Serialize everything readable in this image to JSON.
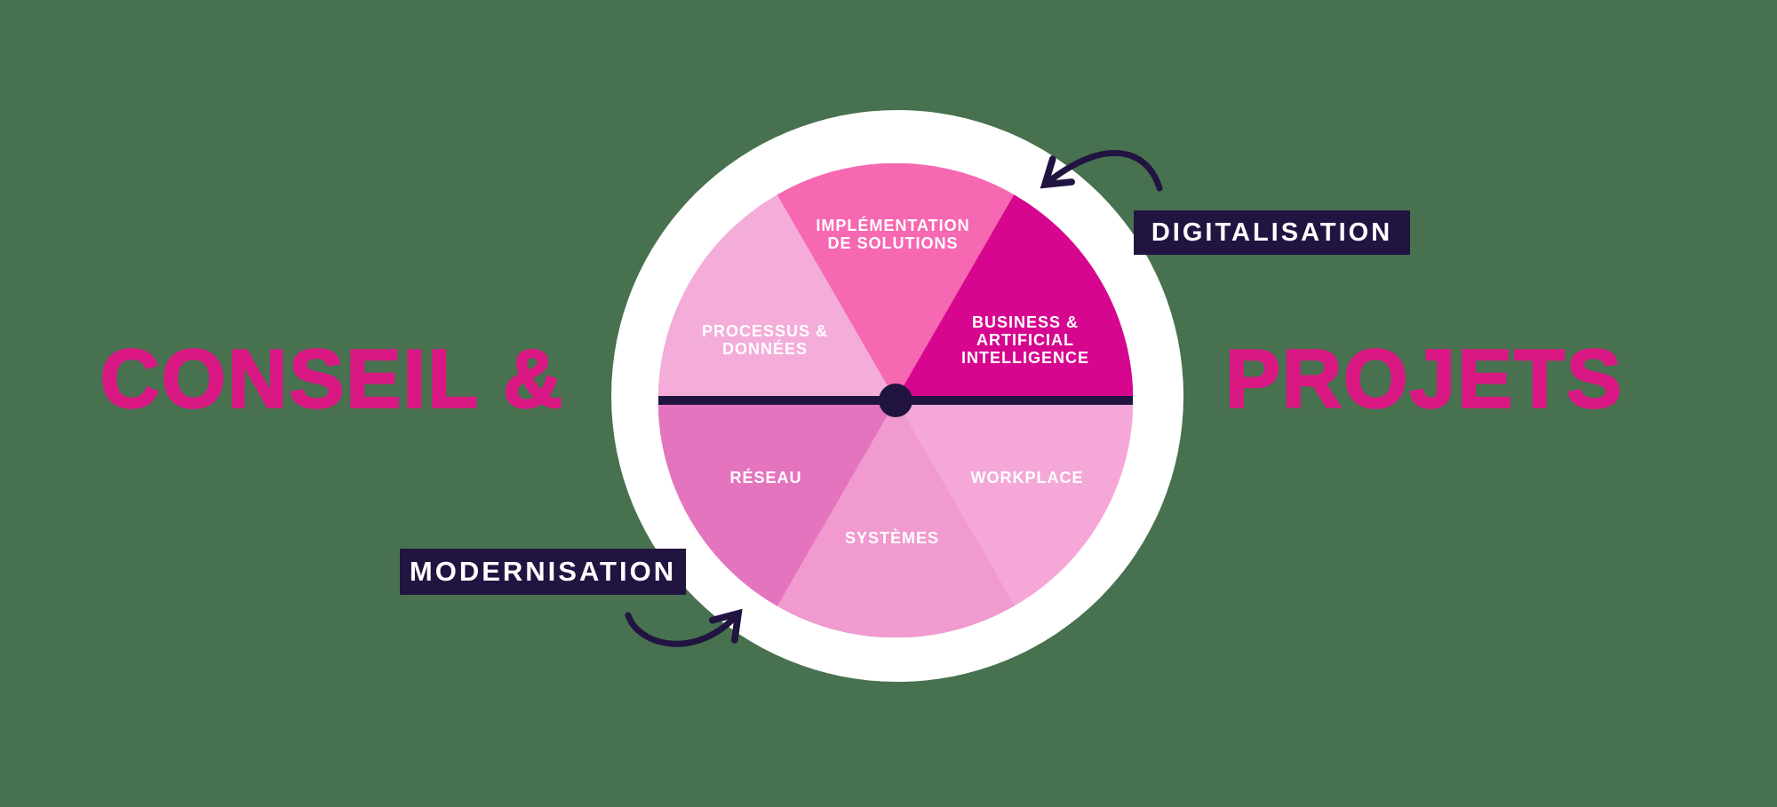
{
  "colors": {
    "background": "#48714F",
    "white": "#FFFFFF",
    "dark_navy": "#221441",
    "title_pink": "#D91883"
  },
  "titles": {
    "left": "CONSEIL &",
    "right": "PROJETS"
  },
  "badges": {
    "digitalisation": {
      "label": "DIGITALISATION"
    },
    "modernisation": {
      "label": "MODERNISATION"
    }
  },
  "wheel": {
    "ring_color": "#FFFFFF",
    "axis_color": "#221441",
    "hub_color": "#221441",
    "label_color": "#FFFFFF",
    "segments": [
      {
        "id": "implementation-de-solutions",
        "color": "#F668B1",
        "label_lines": [
          "IMPLÉMENTATION",
          "DE SOLUTIONS"
        ]
      },
      {
        "id": "business-artificial-intelligence",
        "color": "#D6078E",
        "label_lines": [
          "BUSINESS &",
          "ARTIFICIAL",
          "INTELLIGENCE"
        ]
      },
      {
        "id": "workplace",
        "color": "#F5A8D8",
        "label_lines": [
          "WORKPLACE"
        ]
      },
      {
        "id": "systemes",
        "color": "#F09ACF",
        "label_lines": [
          "SYSTÈMES"
        ]
      },
      {
        "id": "reseau",
        "color": "#E574BF",
        "label_lines": [
          "RÉSEAU"
        ]
      },
      {
        "id": "processus-donnees",
        "color": "#F4ACD9",
        "label_lines": [
          "PROCESSUS &",
          "DONNÉES"
        ]
      }
    ]
  }
}
